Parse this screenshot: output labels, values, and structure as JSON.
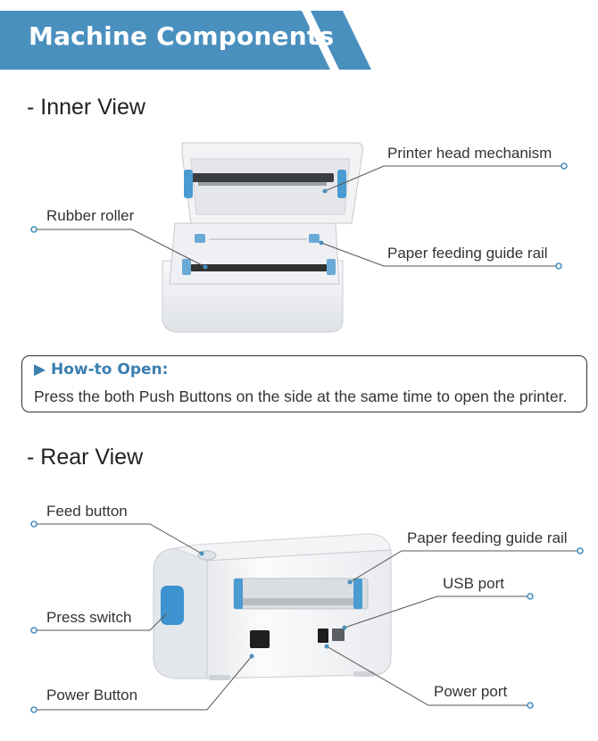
{
  "header": {
    "title": "Machine Components"
  },
  "inner_view": {
    "title": "- Inner View",
    "labels": {
      "printer_head": "Printer head mechanism",
      "rubber_roller": "Rubber roller",
      "guide_rail": "Paper feeding guide rail"
    }
  },
  "how_to_open": {
    "title": "▶ How-to Open:",
    "text": "Press the both Push Buttons on the side at the same time to open the printer."
  },
  "rear_view": {
    "title": "- Rear View",
    "labels": {
      "feed_button": "Feed button",
      "guide_rail": "Paper feeding guide rail",
      "usb_port": "USB port",
      "press_switch": "Press switch",
      "power_button": "Power Button",
      "power_port": "Power port"
    }
  },
  "colors": {
    "accent": "#4a90bf",
    "accent_dark": "#3a7fb0",
    "leader": "#555555"
  }
}
